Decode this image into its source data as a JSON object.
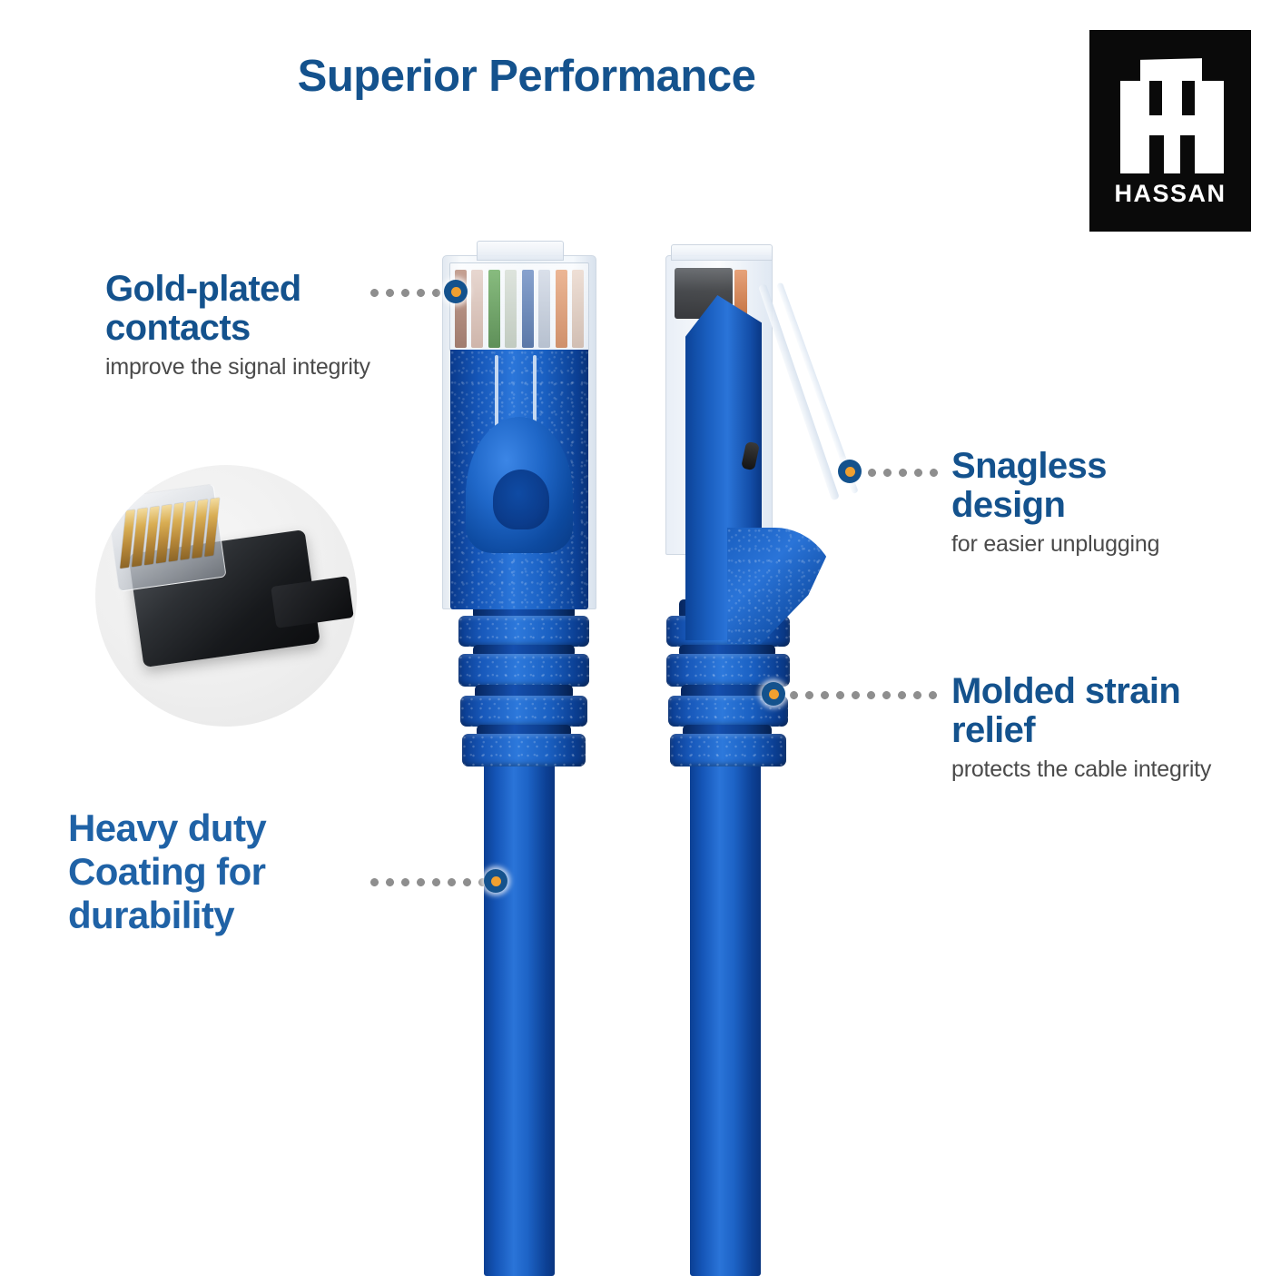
{
  "page": {
    "title": "Superior Performance",
    "background_color": "#ffffff"
  },
  "brand": {
    "wordmark": "HASSAN",
    "monogram": "TH",
    "background_color": "#0a0a0a",
    "foreground_color": "#ffffff"
  },
  "theme": {
    "heading_blue": "#14528d",
    "accent_blue": "#1f62a6",
    "subtitle_gray": "#4a4a4a",
    "dot_ring_color": "#14528d",
    "dot_center_color": "#f0a030",
    "leader_dot_color": "#8e8e8e",
    "cable_blue": "#1556b8"
  },
  "callouts": [
    {
      "id": "gold-plated-contacts",
      "heading": "Gold-plated contacts",
      "subtitle": "improve the signal integrity",
      "side": "left"
    },
    {
      "id": "snagless-design",
      "heading": "Snagless design",
      "subtitle": "for easier unplugging",
      "side": "right"
    },
    {
      "id": "molded-strain-relief",
      "heading": "Molded strain relief",
      "subtitle": "protects the cable integrity",
      "side": "right"
    },
    {
      "id": "heavy-duty-coating",
      "heading": "Heavy duty Coating for durability",
      "subtitle": "",
      "side": "left"
    }
  ],
  "product": {
    "type": "rj45-ethernet-patch-cable",
    "connector_count": 2,
    "left_connector_view": "front",
    "right_connector_view": "side",
    "inset_image": "rj45-gold-contacts-closeup"
  }
}
